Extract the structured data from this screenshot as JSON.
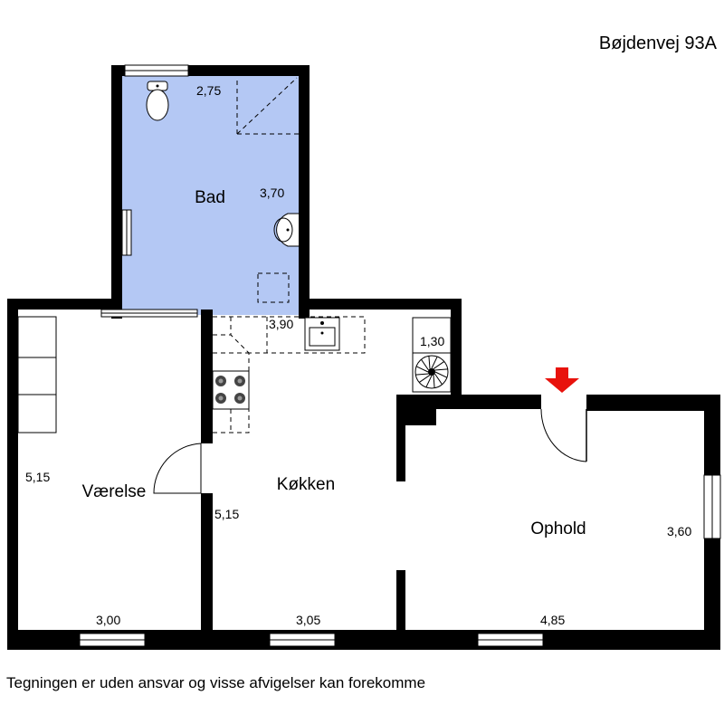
{
  "address": "Bøjdenvej 93A",
  "disclaimer": "Tegningen er uden ansvar og visse afvigelser kan forekomme",
  "rooms": {
    "bad": "Bad",
    "vaerelse": "Værelse",
    "kokken": "Køkken",
    "ophold": "Ophold"
  },
  "dimensions": {
    "bad_width": "2,75",
    "bad_length": "3,70",
    "vaerelse_length": "5,15",
    "vaerelse_width": "3,00",
    "kokken_length": "5,15",
    "kokken_width": "3,05",
    "kokken_counter": "3,90",
    "kokken_alcove": "1,30",
    "ophold_width": "4,85",
    "ophold_length": "3,60"
  },
  "colors": {
    "bathroom_fill": "#b4c8f4",
    "wall": "#000000",
    "entrance_arrow": "#e8120c"
  }
}
